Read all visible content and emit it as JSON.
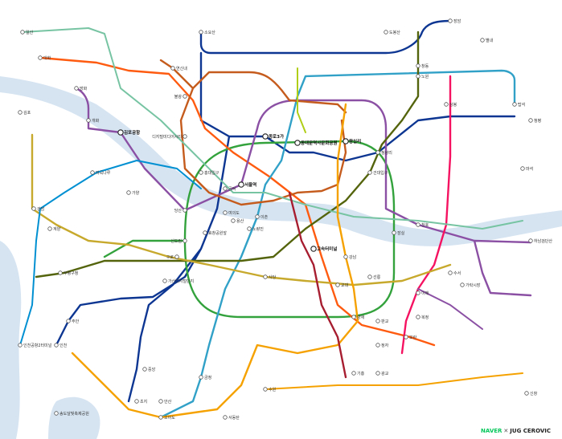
{
  "brand": {
    "naver": "NAVER",
    "x": "✕",
    "jug": "JUG CEROVIC"
  },
  "colors": {
    "line1": "#0d3692",
    "line2": "#33a23d",
    "line3": "#fe5b10",
    "line4": "#32a1c8",
    "line5": "#8b50a4",
    "line6": "#c55c1d",
    "line7": "#54640d",
    "line8": "#f51361",
    "line9": "#c7a92d",
    "airport": "#0090d2",
    "gyeongui": "#77c4a3",
    "suin": "#f5a200",
    "shinbundang": "#a71e31",
    "ui": "#b0ce18",
    "river": "#d6e4f2"
  },
  "stations": [
    {
      "id": "s01",
      "name": "일산",
      "kind": "plain"
    },
    {
      "id": "s02",
      "name": "대화",
      "kind": "plain"
    },
    {
      "id": "s03",
      "name": "방화",
      "kind": "plain"
    },
    {
      "id": "s04",
      "name": "개화",
      "kind": "plain"
    },
    {
      "id": "s05",
      "name": "김포공항",
      "kind": "transfer"
    },
    {
      "id": "s06",
      "name": "검암",
      "kind": "plain"
    },
    {
      "id": "s07",
      "name": "계양",
      "kind": "plain"
    },
    {
      "id": "s08",
      "name": "부평구청",
      "kind": "plain"
    },
    {
      "id": "s09",
      "name": "주안",
      "kind": "plain"
    },
    {
      "id": "s10",
      "name": "인천",
      "kind": "plain"
    },
    {
      "id": "s11",
      "name": "송도달빛축제공원",
      "kind": "plain"
    },
    {
      "id": "s12",
      "name": "인천공항2터미널",
      "kind": "plain"
    },
    {
      "id": "s13",
      "name": "마곡나루",
      "kind": "plain"
    },
    {
      "id": "s14",
      "name": "당산",
      "kind": "plain"
    },
    {
      "id": "s15",
      "name": "여의도",
      "kind": "plain"
    },
    {
      "id": "s16",
      "name": "노량진",
      "kind": "plain"
    },
    {
      "id": "s17",
      "name": "신도림",
      "kind": "plain"
    },
    {
      "id": "s18",
      "name": "구로",
      "kind": "plain"
    },
    {
      "id": "s19",
      "name": "가산디지털단지",
      "kind": "plain"
    },
    {
      "id": "s20",
      "name": "금정",
      "kind": "plain"
    },
    {
      "id": "s21",
      "name": "오이도",
      "kind": "plain"
    },
    {
      "id": "s22",
      "name": "서울역",
      "kind": "transfer"
    },
    {
      "id": "s23",
      "name": "종로3가",
      "kind": "transfer"
    },
    {
      "id": "s24",
      "name": "동대문역사문화공원",
      "kind": "transfer"
    },
    {
      "id": "s25",
      "name": "왕십리",
      "kind": "transfer"
    },
    {
      "id": "s26",
      "name": "청량리",
      "kind": "plain"
    },
    {
      "id": "s27",
      "name": "홍대입구",
      "kind": "plain"
    },
    {
      "id": "s28",
      "name": "공덕",
      "kind": "plain"
    },
    {
      "id": "s29",
      "name": "디지털미디어시티",
      "kind": "plain"
    },
    {
      "id": "s30",
      "name": "불광",
      "kind": "plain"
    },
    {
      "id": "s31",
      "name": "연신내",
      "kind": "plain"
    },
    {
      "id": "s32",
      "name": "도봉산",
      "kind": "plain"
    },
    {
      "id": "s33",
      "name": "창동",
      "kind": "plain"
    },
    {
      "id": "s34",
      "name": "노원",
      "kind": "plain"
    },
    {
      "id": "s35",
      "name": "상봉",
      "kind": "plain"
    },
    {
      "id": "s36",
      "name": "건대입구",
      "kind": "plain"
    },
    {
      "id": "s37",
      "name": "잠실",
      "kind": "plain"
    },
    {
      "id": "s38",
      "name": "강남",
      "kind": "plain"
    },
    {
      "id": "s39",
      "name": "고속터미널",
      "kind": "transfer"
    },
    {
      "id": "s40",
      "name": "교대",
      "kind": "plain"
    },
    {
      "id": "s41",
      "name": "사당",
      "kind": "plain"
    },
    {
      "id": "s42",
      "name": "선릉",
      "kind": "plain"
    },
    {
      "id": "s43",
      "name": "수서",
      "kind": "plain"
    },
    {
      "id": "s44",
      "name": "가락시장",
      "kind": "plain"
    },
    {
      "id": "s45",
      "name": "천호",
      "kind": "plain"
    },
    {
      "id": "s46",
      "name": "복정",
      "kind": "plain"
    },
    {
      "id": "s47",
      "name": "모란",
      "kind": "plain"
    },
    {
      "id": "s48",
      "name": "양재",
      "kind": "plain"
    },
    {
      "id": "s49",
      "name": "정자",
      "kind": "plain"
    },
    {
      "id": "s50",
      "name": "기흥",
      "kind": "plain"
    },
    {
      "id": "s51",
      "name": "수원",
      "kind": "plain"
    },
    {
      "id": "s52",
      "name": "광교",
      "kind": "plain"
    },
    {
      "id": "s53",
      "name": "서동탄",
      "kind": "plain"
    },
    {
      "id": "s54",
      "name": "신창",
      "kind": "plain"
    },
    {
      "id": "s55",
      "name": "청평",
      "kind": "plain"
    },
    {
      "id": "s56",
      "name": "마석",
      "kind": "plain"
    },
    {
      "id": "s57",
      "name": "별내",
      "kind": "plain"
    },
    {
      "id": "s58",
      "name": "하남검단산",
      "kind": "plain"
    },
    {
      "id": "s59",
      "name": "판교",
      "kind": "plain"
    },
    {
      "id": "s60",
      "name": "이매",
      "kind": "plain"
    },
    {
      "id": "s61",
      "name": "중앙",
      "kind": "plain"
    },
    {
      "id": "s62",
      "name": "초지",
      "kind": "plain"
    },
    {
      "id": "s63",
      "name": "안산",
      "kind": "plain"
    },
    {
      "id": "s64",
      "name": "소요산",
      "kind": "plain"
    },
    {
      "id": "s65",
      "name": "탑석",
      "kind": "plain"
    },
    {
      "id": "s66",
      "name": "장암",
      "kind": "plain"
    },
    {
      "id": "s67",
      "name": "효창공원앞",
      "kind": "plain"
    },
    {
      "id": "s68",
      "name": "용산",
      "kind": "plain"
    },
    {
      "id": "s69",
      "name": "이촌",
      "kind": "plain"
    },
    {
      "id": "s70",
      "name": "가양",
      "kind": "plain"
    },
    {
      "id": "s71",
      "name": "김포",
      "kind": "plain"
    }
  ]
}
